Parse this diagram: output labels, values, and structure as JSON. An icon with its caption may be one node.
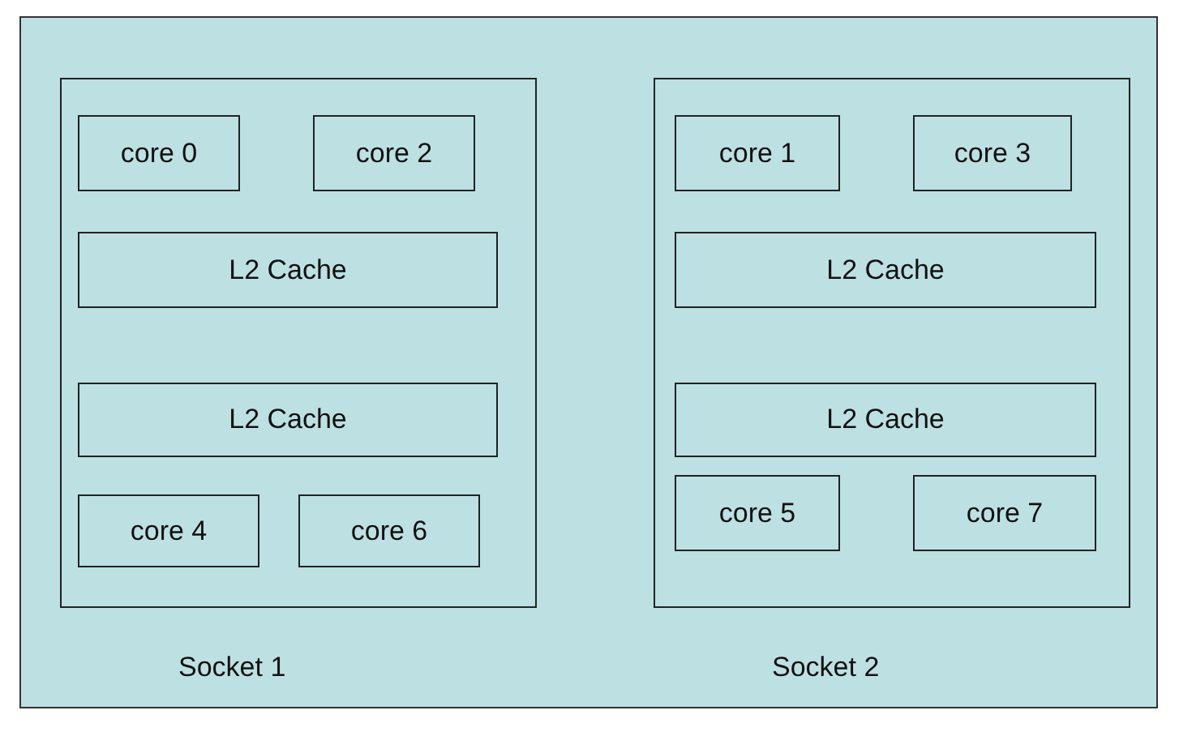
{
  "diagram": {
    "nodes": [
      {
        "text": [
          "Socket 1"
        ]
      },
      {
        "text": [
          "core 0"
        ],
        "in": 0
      },
      {
        "text": [
          "core 2"
        ],
        "in": 0
      },
      {
        "text": [
          "L2 Cache"
        ],
        "in": 0
      },
      {
        "text": [
          "L2 Cache"
        ],
        "in": 0
      },
      {
        "text": [
          "core 4"
        ],
        "in": 0
      },
      {
        "text": [
          "core 6"
        ],
        "in": 0
      },
      {
        "text": [
          "Socket 2"
        ]
      },
      {
        "text": [
          "core 1"
        ],
        "in": 7
      },
      {
        "text": [
          "core 3"
        ],
        "in": 7
      },
      {
        "text": [
          "L2 Cache"
        ],
        "in": 7
      },
      {
        "text": [
          "L2 Cache"
        ],
        "in": 7
      },
      {
        "text": [
          "core 5"
        ],
        "in": 7
      },
      {
        "text": [
          "core 7"
        ],
        "in": 7
      }
    ],
    "edges": []
  }
}
